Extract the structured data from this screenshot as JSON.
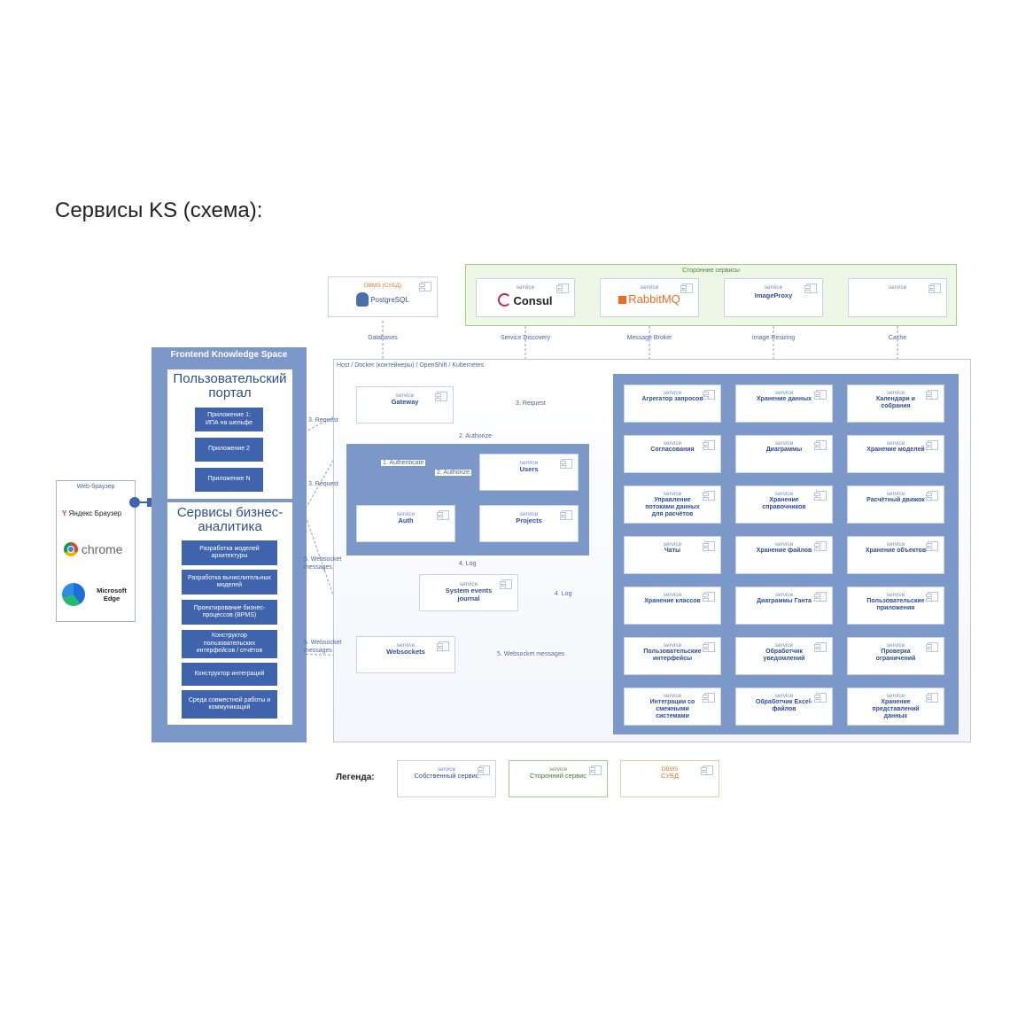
{
  "heading": "Сервисы KS (схема):",
  "third_party": {
    "title": "Сторонние сервисы",
    "services": [
      {
        "kind": "service",
        "name": "Consul",
        "caption": "Service Discovery"
      },
      {
        "kind": "service",
        "name": "RabbitMQ",
        "caption": "Message Broker"
      },
      {
        "kind": "service",
        "name": "ImageProxy",
        "caption": "Image Resizing"
      },
      {
        "kind": "service",
        "name": "",
        "caption": "Cache"
      }
    ]
  },
  "dbms": {
    "kind": "DBMS (СУБД)",
    "name": "PostgreSQL",
    "caption": "Databases"
  },
  "host_label": "Host / Docker (контейнеры) / OpenShift / Kubernetes",
  "browser": {
    "title": "Web-браузер",
    "items": [
      "Яндекс Браузер",
      "chrome",
      "Microsoft Edge"
    ]
  },
  "frontend": {
    "title": "Frontend Knowledge Space",
    "portal_title": "Пользовательский портал",
    "apps": [
      "Приложение 1: ИПА на шельфе",
      "Приложение 2",
      "Приложение N"
    ],
    "ba_title": "Сервисы бизнес-аналитика",
    "ba_items": [
      "Разработка моделей архитектуры",
      "Разработка вычислительных моделей",
      "Проектирование бизнес-процессов (BPMS)",
      "Конструктор пользовательских интерфейсов / отчётов",
      "Конструктор интеграций",
      "Среда совместной работы и коммуникаций"
    ]
  },
  "core": {
    "gateway": {
      "kind": "service",
      "name": "Gateway"
    },
    "users": {
      "kind": "service",
      "name": "Users"
    },
    "auth": {
      "kind": "service",
      "name": "Auth"
    },
    "projects": {
      "kind": "service",
      "name": "Projects"
    },
    "journal": {
      "kind": "service",
      "name": "System events journal"
    },
    "websockets": {
      "kind": "service",
      "name": "Websockets"
    }
  },
  "edges": {
    "request_top": "3. Request",
    "request_mid": "3. Request",
    "request_right": "3. Request",
    "authenticate": "1. Authenticate",
    "authorize_top": "2. Authorize",
    "authorize_mid": "2. Authorize",
    "log_down": "4. Log",
    "log_right": "4. Log",
    "ws_top": "5. Websocket messages",
    "ws_bottom": "5. Websocket messages",
    "ws_right": "5. Websocket messages"
  },
  "services_grid": [
    [
      "Агрегатор запросов",
      "Хранение данных",
      "Календари и собрания"
    ],
    [
      "Согласования",
      "Диаграммы",
      "Хранение моделей"
    ],
    [
      "Управление потоками данных для расчётов",
      "Хранение справочников",
      "Расчётный движок"
    ],
    [
      "Чаты",
      "Хранение файлов",
      "Хранение объектов"
    ],
    [
      "Хранение классов",
      "Диаграммы Ганта",
      "Пользовательские приложения"
    ],
    [
      "Пользовательские интерфейсы",
      "Обработчик уведомлений",
      "Проверка ограничений"
    ],
    [
      "Интеграции со смежными системами",
      "Обработчик Excel-файлов",
      "Хранение представлений данных"
    ]
  ],
  "service_kind": "service",
  "legend": {
    "title": "Легенда:",
    "items": [
      {
        "kind": "service",
        "name": "Собственный сервис"
      },
      {
        "kind": "service",
        "name": "Сторонний сервис"
      },
      {
        "kind": "DBMS",
        "name": "СУБД"
      }
    ]
  },
  "colors": {
    "primary": "#3f63ad",
    "panel": "#7c98c9",
    "third_party_bg": "#eef6e6",
    "third_party_border": "#9fce86",
    "dbms": "#e07a2c",
    "consul": "#c4274f",
    "rabbit": "#f36b21"
  }
}
